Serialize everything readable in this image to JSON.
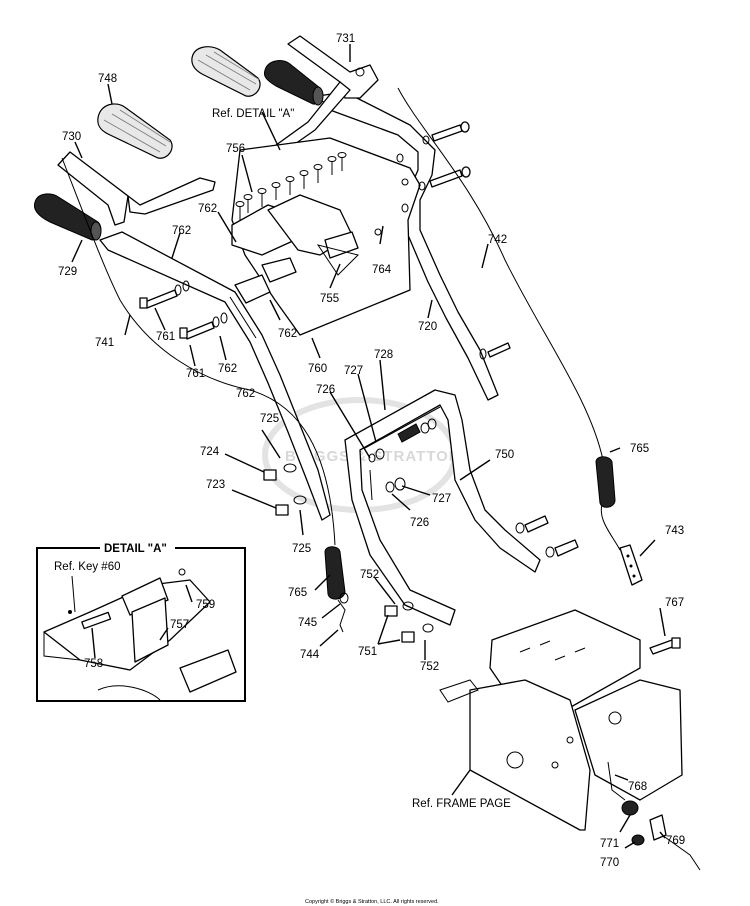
{
  "refs": {
    "detail_a": "Ref. DETAIL \"A\"",
    "frame_page": "Ref. FRAME PAGE"
  },
  "detail": {
    "title": "DETAIL \"A\"",
    "ref_key": "Ref. Key #60"
  },
  "watermark": "BRIGGS & STRATTON",
  "copyright": "Copyright © Briggs & Stratton, LLC. All rights reserved.",
  "callouts": [
    {
      "id": "731",
      "text": "731"
    },
    {
      "id": "748",
      "text": "748"
    },
    {
      "id": "730",
      "text": "730"
    },
    {
      "id": "756",
      "text": "756"
    },
    {
      "id": "762a",
      "text": "762"
    },
    {
      "id": "762b",
      "text": "762"
    },
    {
      "id": "729",
      "text": "729"
    },
    {
      "id": "764",
      "text": "764"
    },
    {
      "id": "755",
      "text": "755"
    },
    {
      "id": "742",
      "text": "742"
    },
    {
      "id": "741",
      "text": "741"
    },
    {
      "id": "761a",
      "text": "761"
    },
    {
      "id": "762c",
      "text": "762"
    },
    {
      "id": "762d",
      "text": "762"
    },
    {
      "id": "720",
      "text": "720"
    },
    {
      "id": "761b",
      "text": "761"
    },
    {
      "id": "762e",
      "text": "762"
    },
    {
      "id": "760",
      "text": "760"
    },
    {
      "id": "728",
      "text": "728"
    },
    {
      "id": "727a",
      "text": "727"
    },
    {
      "id": "726a",
      "text": "726"
    },
    {
      "id": "725a",
      "text": "725"
    },
    {
      "id": "750",
      "text": "750"
    },
    {
      "id": "765a",
      "text": "765"
    },
    {
      "id": "724",
      "text": "724"
    },
    {
      "id": "723",
      "text": "723"
    },
    {
      "id": "727b",
      "text": "727"
    },
    {
      "id": "726b",
      "text": "726"
    },
    {
      "id": "743",
      "text": "743"
    },
    {
      "id": "725b",
      "text": "725"
    },
    {
      "id": "765b",
      "text": "765"
    },
    {
      "id": "752a",
      "text": "752"
    },
    {
      "id": "767",
      "text": "767"
    },
    {
      "id": "759",
      "text": "759"
    },
    {
      "id": "745",
      "text": "745"
    },
    {
      "id": "757",
      "text": "757"
    },
    {
      "id": "751",
      "text": "751"
    },
    {
      "id": "752b",
      "text": "752"
    },
    {
      "id": "744",
      "text": "744"
    },
    {
      "id": "758",
      "text": "758"
    },
    {
      "id": "768",
      "text": "768"
    },
    {
      "id": "771",
      "text": "771"
    },
    {
      "id": "769",
      "text": "769"
    },
    {
      "id": "770",
      "text": "770"
    }
  ]
}
